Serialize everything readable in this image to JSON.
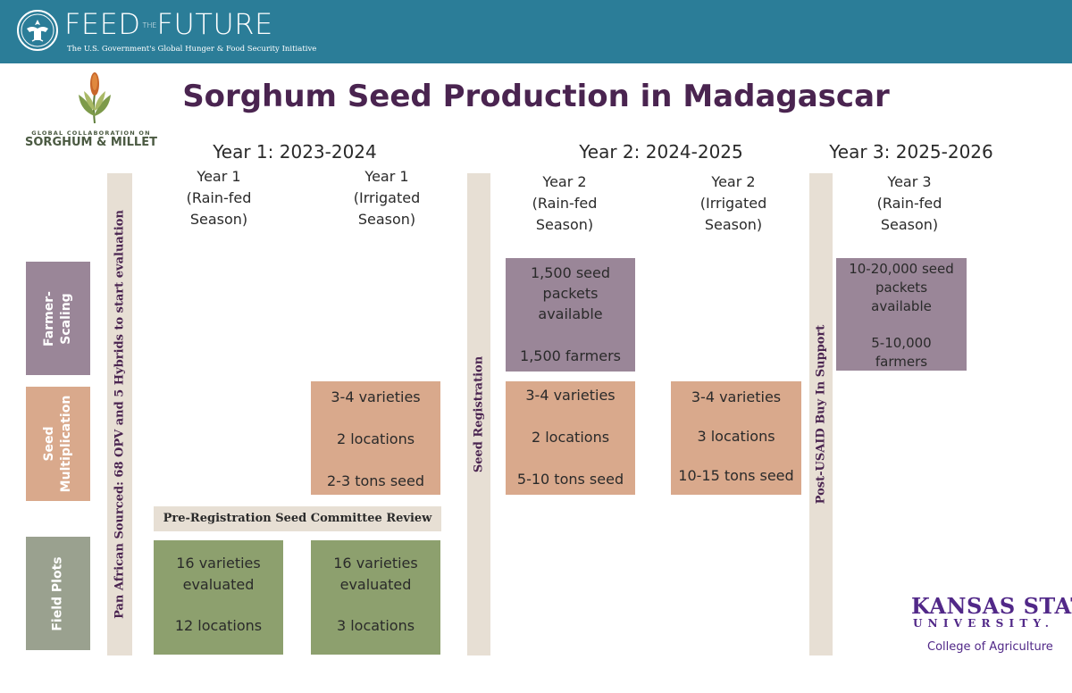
{
  "banner": {
    "title_left": "FEED",
    "title_the": "THE",
    "title_right": "FUTURE",
    "tagline": "The U.S. Government's Global Hunger & Food Security Initiative"
  },
  "gcsm": {
    "line1": "GLOBAL COLLABORATION ON",
    "line2": "SORGHUM & MILLET"
  },
  "title": "Sorghum Seed Production in Madagascar",
  "years": {
    "y1": "Year 1: 2023-2024",
    "y2": "Year 2: 2024-2025",
    "y3": "Year 3: 2025-2026"
  },
  "seasons": {
    "y1_rain": [
      "Year 1",
      "(Rain-fed",
      "Season)"
    ],
    "y1_irr": [
      "Year 1",
      "(Irrigated",
      "Season)"
    ],
    "y2_rain": [
      "Year 2",
      "(Rain-fed",
      "Season)"
    ],
    "y2_irr": [
      "Year 2",
      "(Irrigated",
      "Season)"
    ],
    "y3_rain": [
      "Year 3",
      "(Rain-fed",
      "Season)"
    ]
  },
  "bars": {
    "pan_african": "Pan African Sourced: 68 OPV and 5 Hybrids to start evaluation",
    "seed_registration": "Seed Registration",
    "post_usaid": "Post-USAID Buy In Support"
  },
  "rows": {
    "farmer": [
      "Farmer-",
      "Scaling"
    ],
    "seed": [
      "Seed",
      "Multiplication"
    ],
    "field": [
      "Field Plots"
    ]
  },
  "boxes": {
    "farmer_y2": [
      "1,500 seed",
      "packets",
      "available",
      "1,500 farmers"
    ],
    "farmer_y3": [
      "10-20,000 seed",
      "packets",
      "available",
      "5-10,000",
      "farmers"
    ],
    "seed_y1_irr": [
      "3-4 varieties",
      "2 locations",
      "2-3 tons seed"
    ],
    "seed_y2_rain": [
      "3-4 varieties",
      "2 locations",
      "5-10 tons seed"
    ],
    "seed_y2_irr": [
      "3-4 varieties",
      "3 locations",
      "10-15 tons seed"
    ],
    "field_y1_rain": [
      "16 varieties",
      "evaluated",
      "12 locations"
    ],
    "field_y1_irr": [
      "16 varieties",
      "evaluated",
      "3 locations"
    ]
  },
  "prereg": "Pre-Registration Seed Committee Review",
  "ksu": {
    "name": "KANSAS STATE",
    "university": "UNIVERSITY.",
    "college": "College of Agriculture"
  },
  "colors": {
    "banner": "#2b7d98",
    "title": "#4a2450",
    "farmer": "#9a8698",
    "seed": "#d9a98c",
    "field": "#8da06e",
    "bar": "#e7dfd4",
    "ksu_purple": "#512888"
  },
  "icons": {
    "seal": "us-great-seal-icon",
    "gcsm": "sorghum-plant-icon"
  }
}
